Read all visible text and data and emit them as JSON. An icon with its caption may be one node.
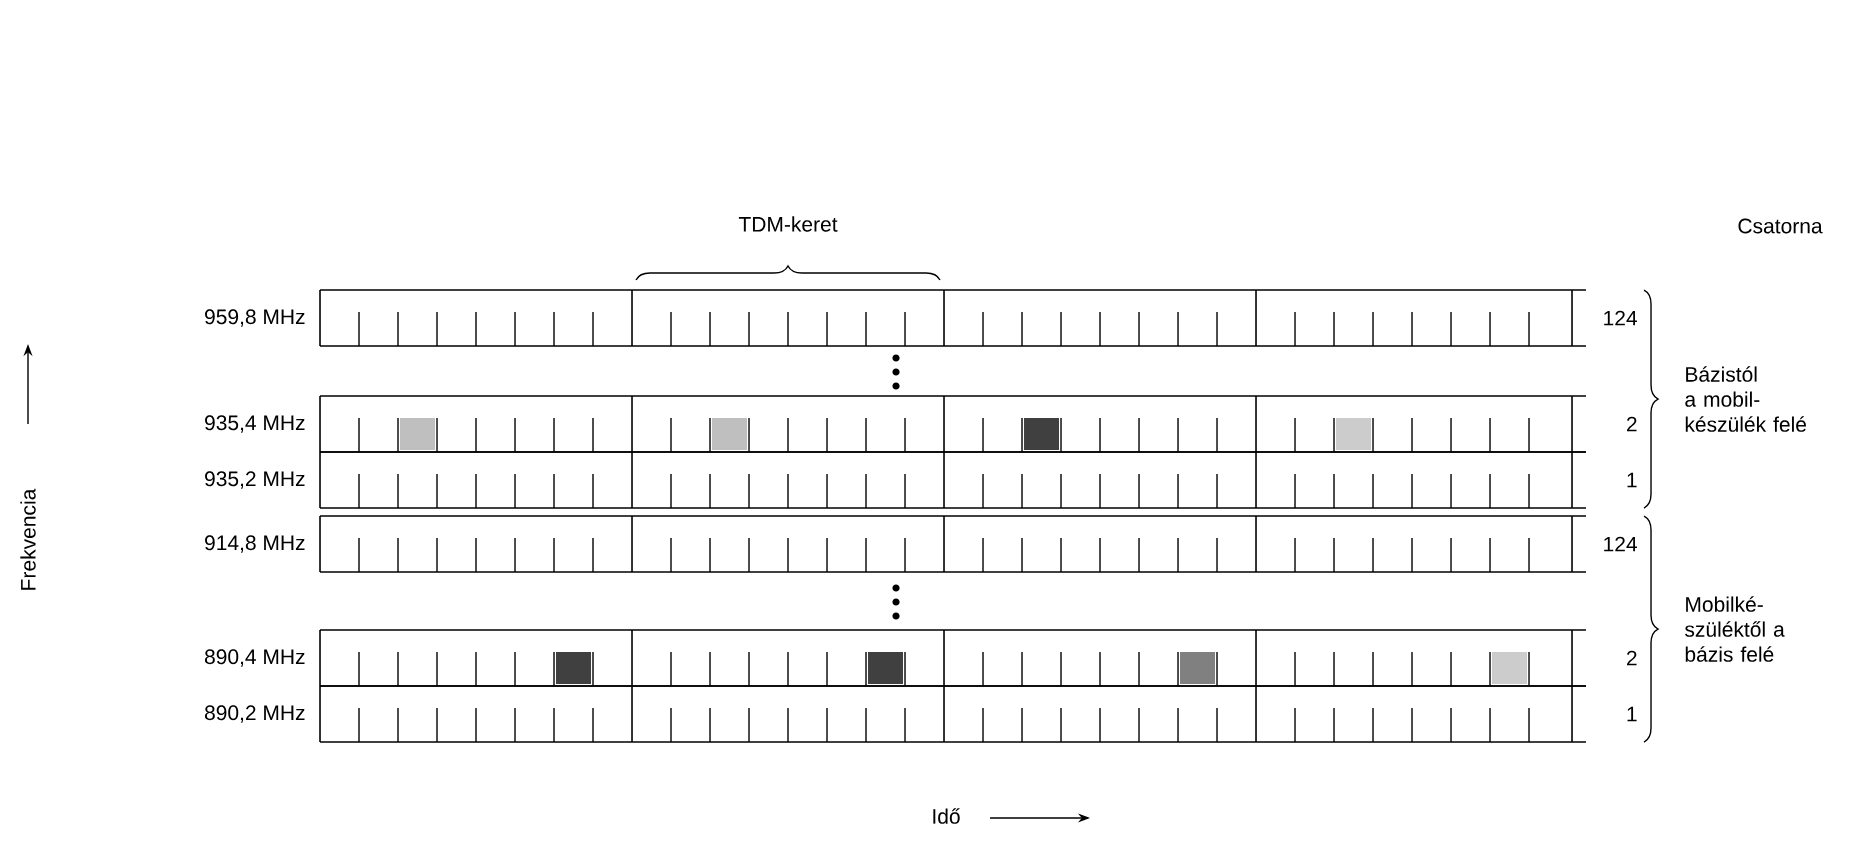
{
  "diagram": {
    "labels": [
      "TDM-keret",
      "Csatorna",
      "959,8 MHz",
      "124",
      "Bázistól a mobil- készülék felé",
      "935,4 MHz",
      "2",
      "935,2 MHz",
      "1",
      "Frekvencia",
      "914,8 MHz",
      "124",
      "Mobilké- szüléktől a bázis felé",
      "890,4 MHz",
      "2",
      "890,2 MHz",
      "1",
      "Idő"
    ]
  }
}
